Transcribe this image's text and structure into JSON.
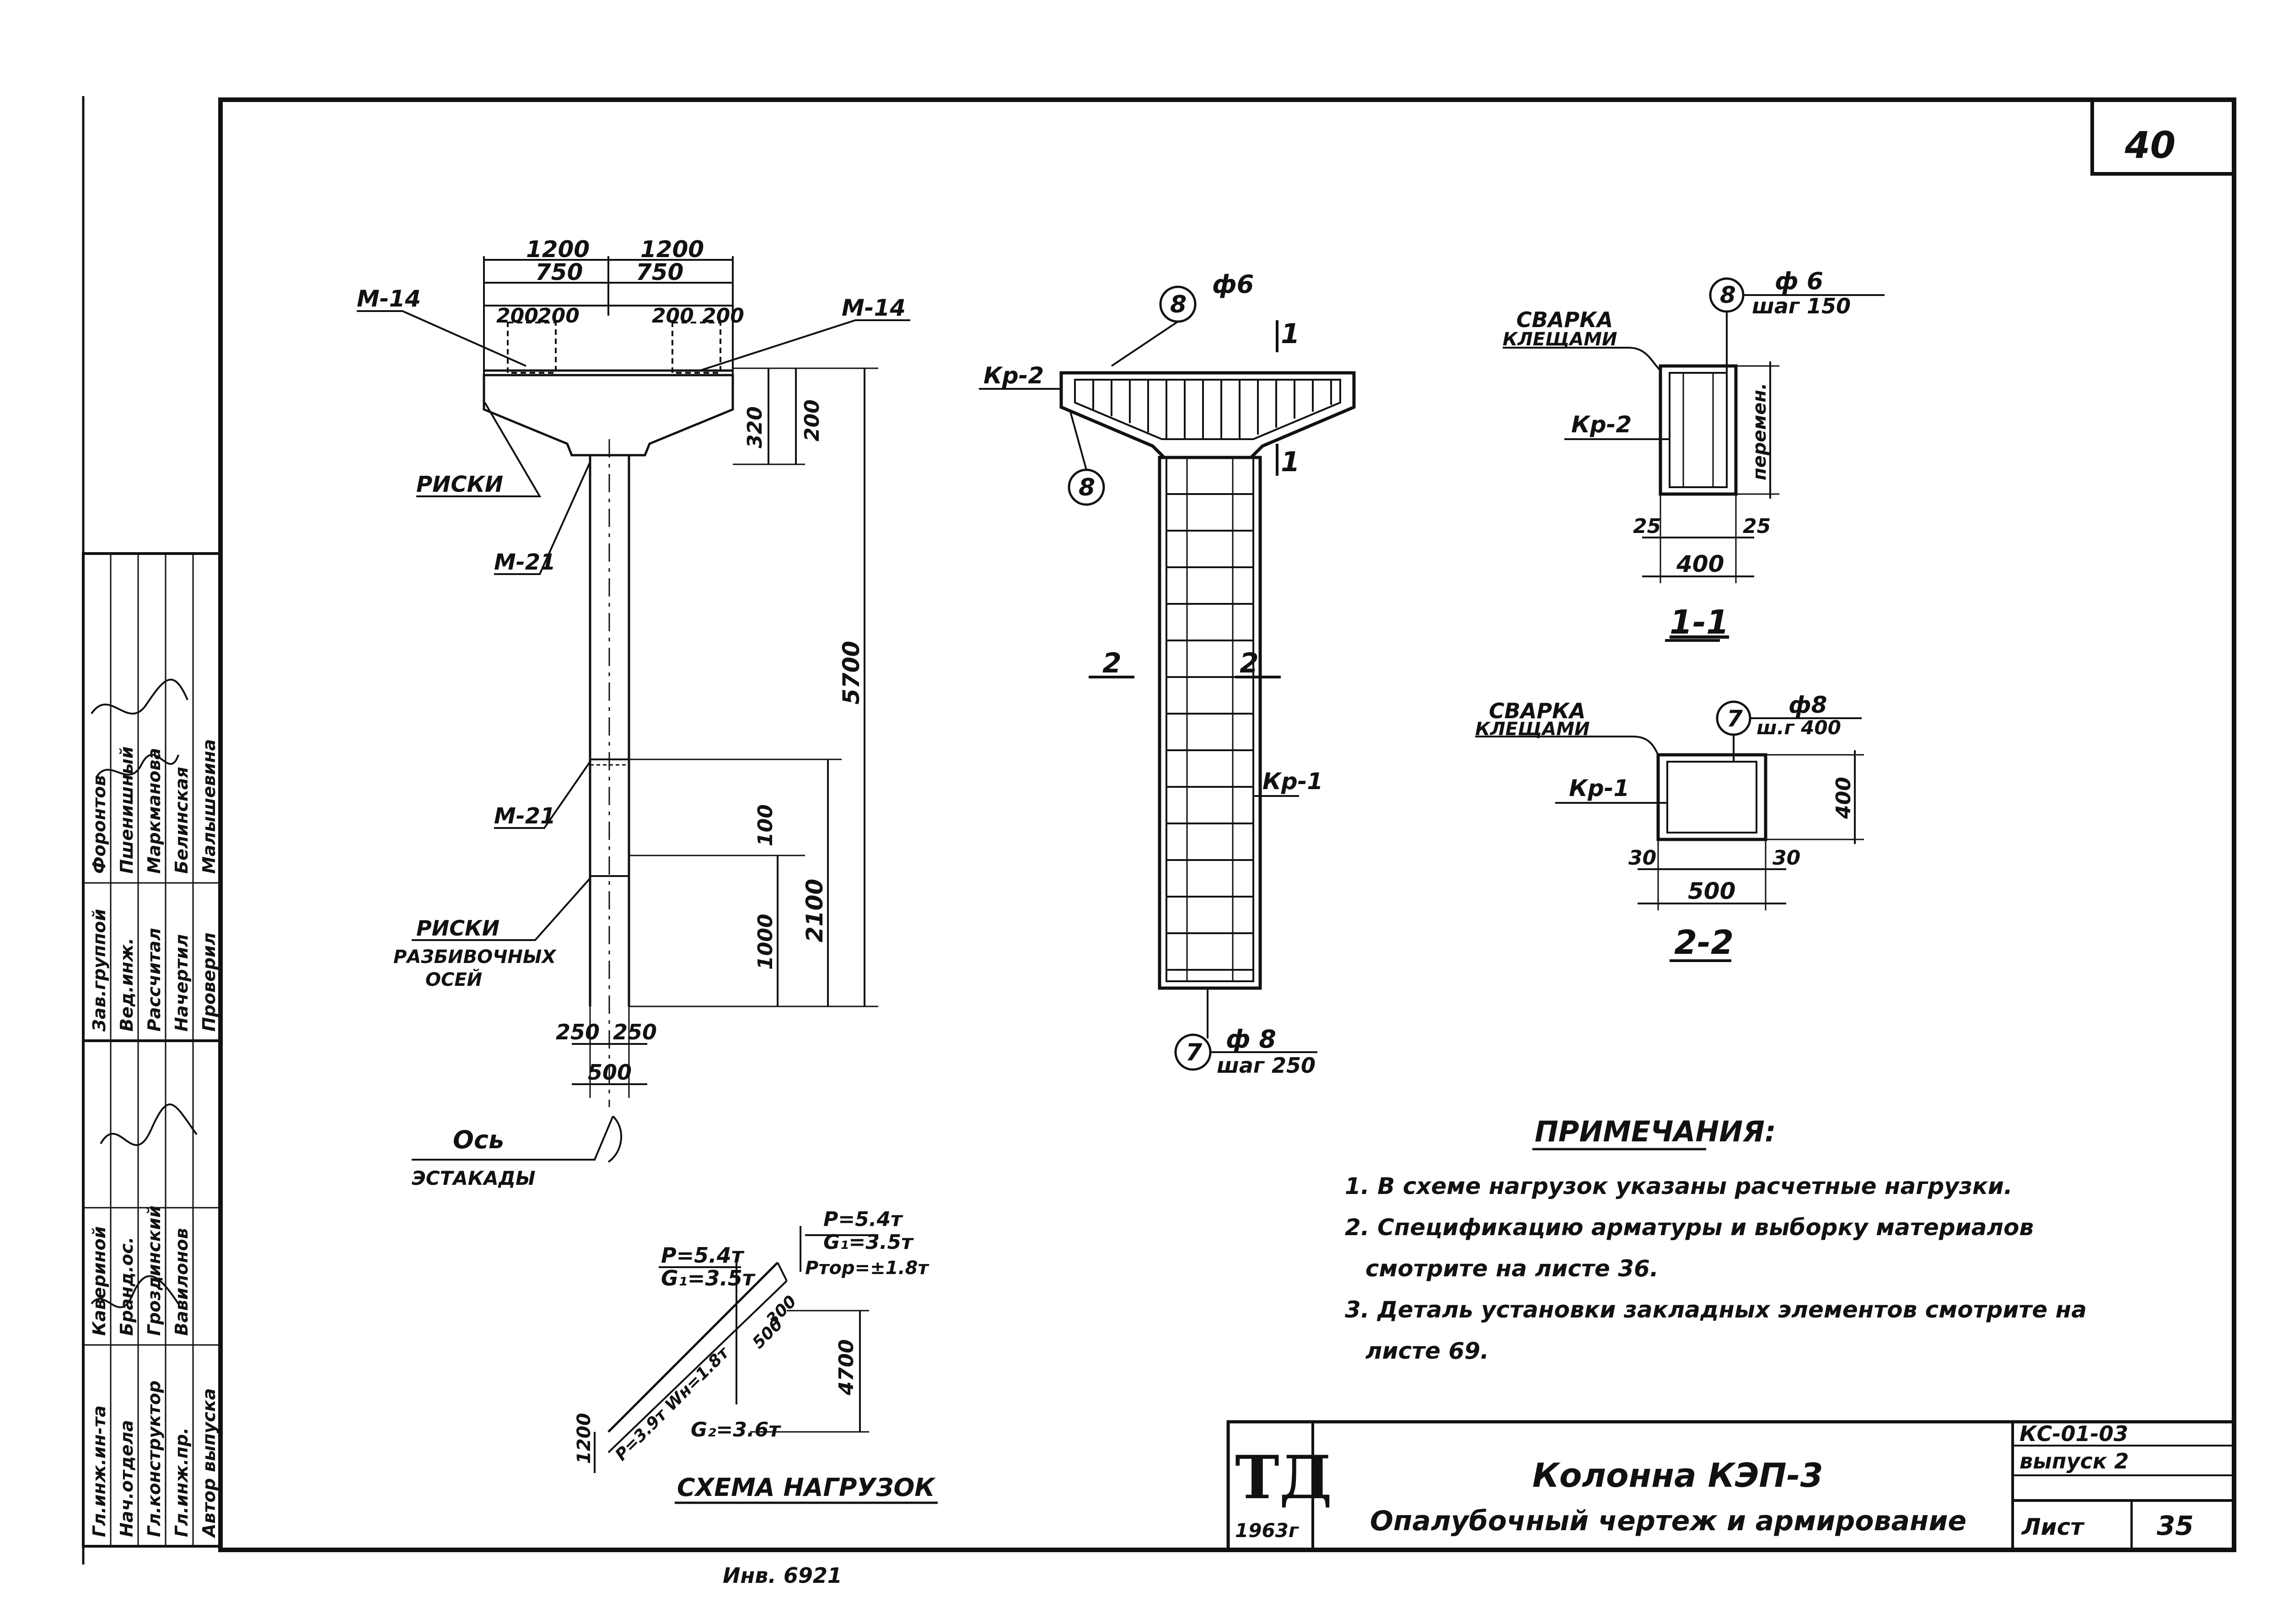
{
  "sheet": {
    "corner_number": "40",
    "bottom_mark": "Инв. 6921"
  },
  "column_elevation": {
    "dims_top": [
      "1200",
      "1200",
      "750",
      "750",
      "200",
      "200",
      "200",
      "200"
    ],
    "dim_320": "320",
    "dim_200": "200",
    "dim_5700": "5700",
    "dim_2100": "2100",
    "dim_100": "100",
    "dim_1000": "1000",
    "dim_250_left": "250",
    "dim_250_right": "250",
    "dim_500": "500",
    "label_m14_left": "М-14",
    "label_m14_right": "М-14",
    "label_riski": "РИСКИ",
    "label_m21_top": "М-21",
    "label_m21_bottom": "М-21",
    "label_riski2_line1": "РИСКИ",
    "label_riski2_line2": "РАЗБИВОЧНЫХ",
    "label_riski2_line3": "ОСЕЙ",
    "axis_label_line1": "Ось",
    "axis_label_line2": "ЭСТАКАДЫ"
  },
  "reinforcement": {
    "mark_8": "8",
    "mark_7": "7",
    "phi_top": "ф6",
    "kr2": "Кр-2",
    "kr1": "Кр-1",
    "section_1": "1",
    "section_2": "2",
    "phi_bottom": "ф 8",
    "step_bottom": "шаг 250"
  },
  "section_1_1": {
    "mark": "8",
    "phi": "ф 6",
    "step": "шаг 150",
    "weld_line1": "СВАРКА",
    "weld_line2": "КЛЕЩАМИ",
    "kr": "Кр-2",
    "dim_25_left": "25",
    "dim_25_right": "25",
    "dim_400": "400",
    "dim_side": "перемен.",
    "title": "1-1"
  },
  "section_2_2": {
    "mark": "7",
    "phi": "ф8",
    "step": "ш.г 400",
    "weld_line1": "СВАРКА",
    "weld_line2": "КЛЕЩАМИ",
    "kr": "Кр-1",
    "dim_30_left": "30",
    "dim_30_right": "30",
    "dim_500": "500",
    "dim_400": "400",
    "title": "2-2"
  },
  "load_scheme": {
    "p_right": "Р=5.4т",
    "g1_right": "G₁=3.5т",
    "ptor": "Pтор=±1.8т",
    "p_left": "Р=5.4т",
    "g1_left": "G₁=3.5т",
    "g2": "G₂=3.6т",
    "dim_1200": "1200",
    "dim_4700": "4700",
    "dim_500": "500",
    "dim_300": "300",
    "slant_label": "Р=3.9т  Wн=1.8т",
    "title": "СХЕМА НАГРУЗОК"
  },
  "notes": {
    "title": "ПРИМЕЧАНИЯ:",
    "items": [
      "1. В схеме нагрузок указаны расчетные нагрузки.",
      "2. Спецификацию арматуры и выборку материалов",
      "смотрите на листе 36.",
      "3. Деталь установки закладных элементов смотрите на",
      "листе 69."
    ]
  },
  "title_block": {
    "logo": "ТД",
    "year": "1963г",
    "title_line1": "Колонна КЭП-3",
    "title_line2": "Опалубочный чертеж и армирование",
    "code": "КС-01-03",
    "issue": "выпуск 2",
    "sheet_label": "Лист",
    "sheet_number": "35"
  },
  "side_stamp": {
    "rows": [
      [
        "Гл.инж.ин-та",
        "Кавериной"
      ],
      [
        "Нач.отдела",
        "Бранд.ос."
      ],
      [
        "Гл.конструктор",
        "Гроздинский"
      ],
      [
        "Гл.инж.пр.",
        "Вавилонов"
      ],
      [
        "Автор выпуска",
        ""
      ],
      [
        "Зав.группой",
        "Форонтов"
      ],
      [
        "Вед.инж.",
        "Пшенишный"
      ],
      [
        "Рассчитал",
        "Маркманова"
      ],
      [
        "Начертил",
        "Белинская"
      ],
      [
        "Проверил",
        "Малышевина"
      ]
    ]
  }
}
